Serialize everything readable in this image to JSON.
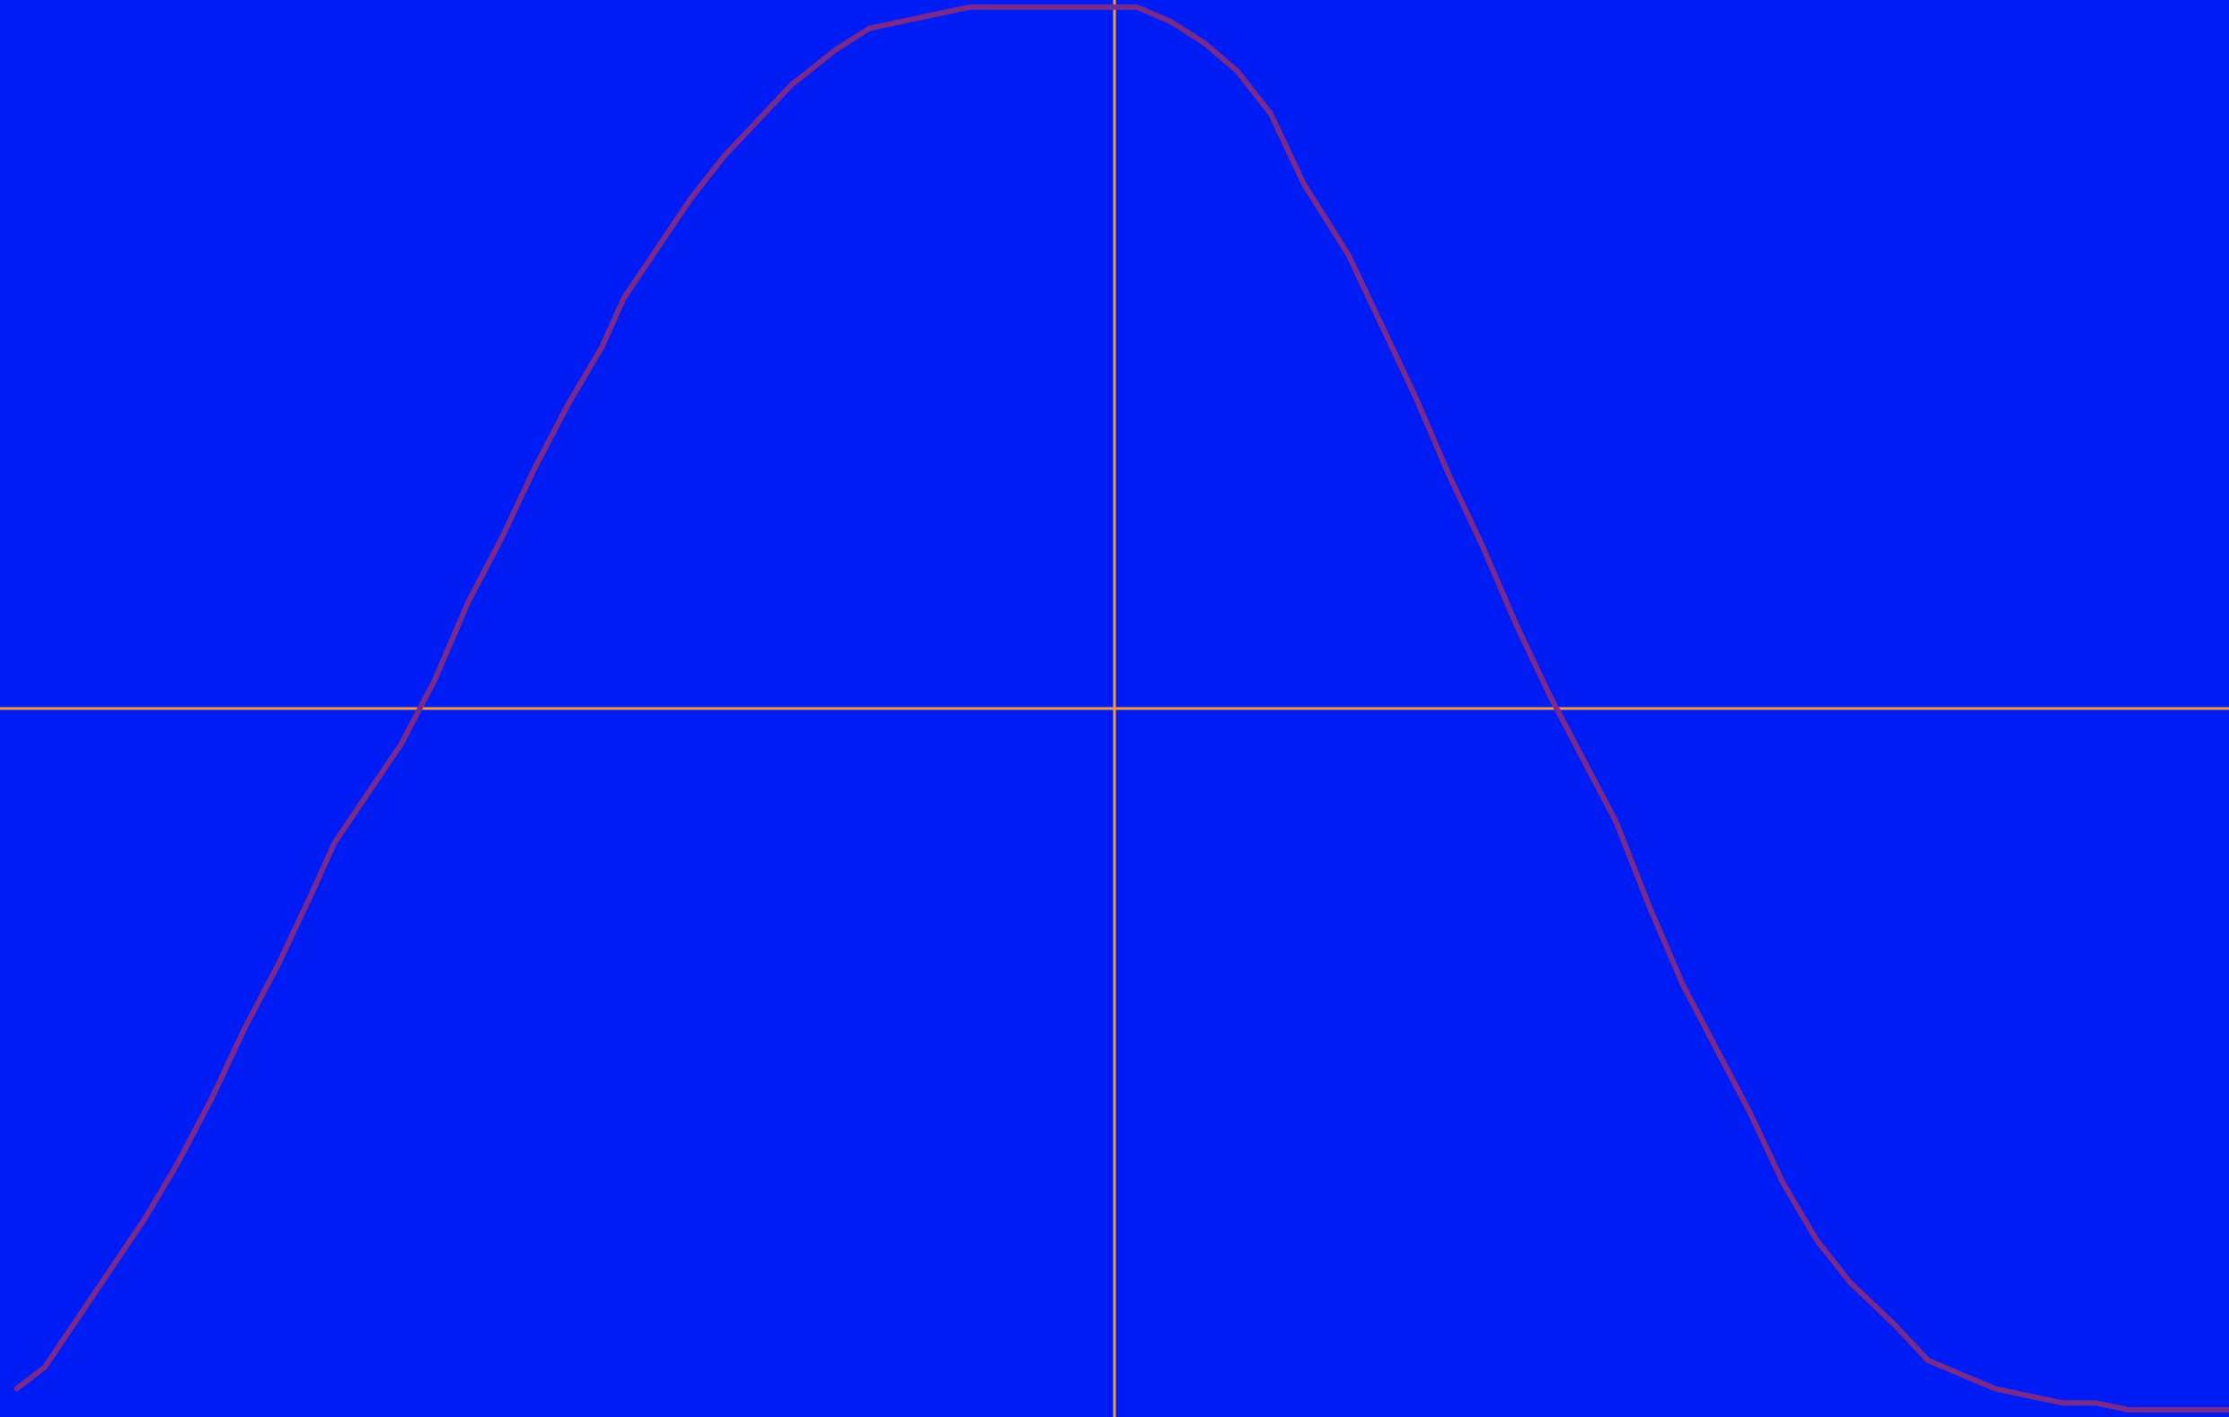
{
  "chart_data": {
    "type": "line",
    "title": "",
    "xlabel": "",
    "ylabel": "",
    "grid": false,
    "legend": "none",
    "xlim": [
      -1,
      1
    ],
    "ylim": [
      -1,
      1
    ],
    "colors": {
      "background": "#001cf5",
      "axes": "#f59a3c",
      "series": "#7a2a8c"
    },
    "axes_crossing": [
      0,
      0
    ],
    "series": [
      {
        "values_x": [
          -0.985,
          -0.96,
          -0.93,
          -0.9,
          -0.87,
          -0.84,
          -0.81,
          -0.78,
          -0.75,
          -0.72,
          -0.7,
          -0.67,
          -0.64,
          -0.61,
          -0.58,
          -0.55,
          -0.52,
          -0.49,
          -0.46,
          -0.44,
          -0.41,
          -0.38,
          -0.35,
          -0.32,
          -0.29,
          -0.25,
          -0.22,
          -0.19,
          -0.16,
          -0.13,
          -0.1,
          -0.07,
          -0.04,
          -0.01,
          0.0,
          0.02,
          0.05,
          0.08,
          0.11,
          0.14,
          0.17,
          0.21,
          0.24,
          0.27,
          0.3,
          0.33,
          0.36,
          0.39,
          0.42,
          0.45,
          0.48,
          0.51,
          0.54,
          0.57,
          0.6,
          0.63,
          0.66,
          0.7,
          0.73,
          0.76,
          0.79,
          0.82,
          0.85,
          0.88,
          0.91,
          0.94,
          0.97,
          1.0
        ],
        "values_y": [
          -0.96,
          -0.93,
          -0.86,
          -0.79,
          -0.72,
          -0.64,
          -0.55,
          -0.45,
          -0.36,
          -0.26,
          -0.19,
          -0.12,
          -0.05,
          0.04,
          0.15,
          0.24,
          0.34,
          0.43,
          0.51,
          0.58,
          0.65,
          0.72,
          0.78,
          0.83,
          0.88,
          0.93,
          0.96,
          0.97,
          0.98,
          0.99,
          0.99,
          0.99,
          0.99,
          0.99,
          0.99,
          0.99,
          0.97,
          0.94,
          0.9,
          0.84,
          0.74,
          0.64,
          0.54,
          0.44,
          0.33,
          0.23,
          0.12,
          0.02,
          -0.07,
          -0.16,
          -0.28,
          -0.39,
          -0.48,
          -0.57,
          -0.67,
          -0.75,
          -0.81,
          -0.87,
          -0.92,
          -0.94,
          -0.96,
          -0.97,
          -0.98,
          -0.98,
          -0.99,
          -0.99,
          -0.99,
          -0.99
        ]
      }
    ]
  }
}
